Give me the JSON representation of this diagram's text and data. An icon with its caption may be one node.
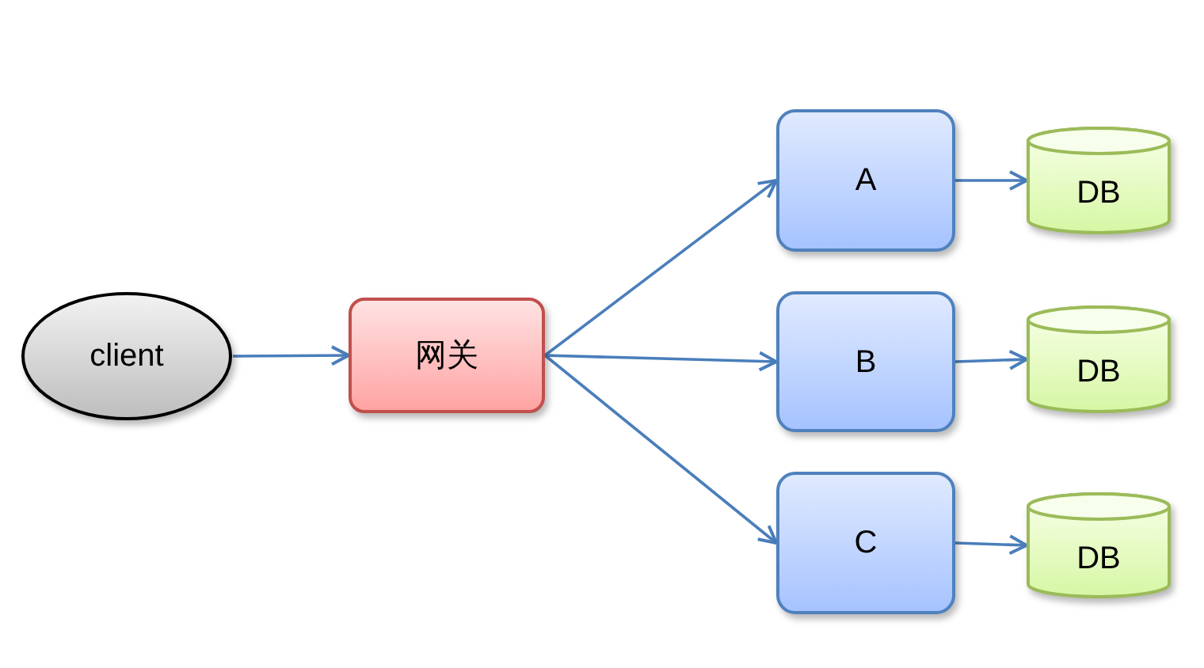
{
  "diagram": {
    "nodes": [
      {
        "text": [
          "client"
        ]
      },
      {
        "text": [
          "网关"
        ]
      },
      {
        "text": [
          "A"
        ]
      },
      {
        "text": [
          "B"
        ]
      },
      {
        "text": [
          "C"
        ]
      },
      {
        "text": [
          "DB"
        ]
      },
      {
        "text": [
          "DB"
        ]
      },
      {
        "text": [
          "DB"
        ]
      }
    ],
    "edges": [
      {
        "from": 0,
        "to": 1,
        "arrow": "to"
      },
      {
        "from": 1,
        "to": 2,
        "arrow": "to"
      },
      {
        "from": 1,
        "to": 3,
        "arrow": "to"
      },
      {
        "from": 1,
        "to": 4,
        "arrow": "to"
      },
      {
        "from": 2,
        "to": 5,
        "arrow": "to"
      },
      {
        "from": 3,
        "to": 6,
        "arrow": "to"
      },
      {
        "from": 4,
        "to": 7,
        "arrow": "to"
      }
    ]
  }
}
